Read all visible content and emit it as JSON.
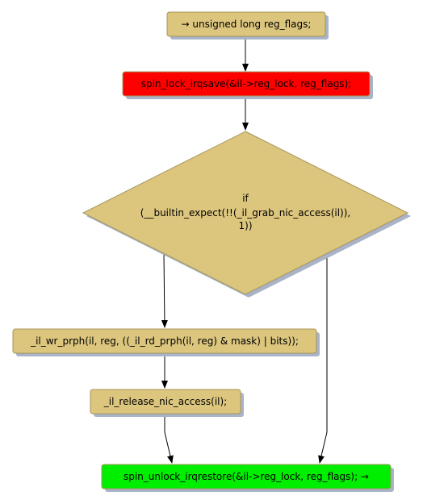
{
  "colors": {
    "box_fill": "#dcc67e",
    "box_stroke": "#a8945a",
    "start_fill": "#ff0000",
    "end_fill": "#00ee00",
    "shadow": "#a9b4c8",
    "edge": "#000000"
  },
  "nodes": {
    "declare": "→ unsigned long reg_flags;",
    "lock": "spin_lock_irqsave(&il->reg_lock, reg_flags);",
    "condition": {
      "line1": "if",
      "line2": "(__builtin_expect(!!(_il_grab_nic_access(il)),",
      "line3": "1))"
    },
    "write": "_il_wr_prph(il, reg, ((_il_rd_prph(il, reg) & mask) | bits));",
    "release": "_il_release_nic_access(il);",
    "unlock": "spin_unlock_irqrestore(&il->reg_lock, reg_flags); →"
  }
}
